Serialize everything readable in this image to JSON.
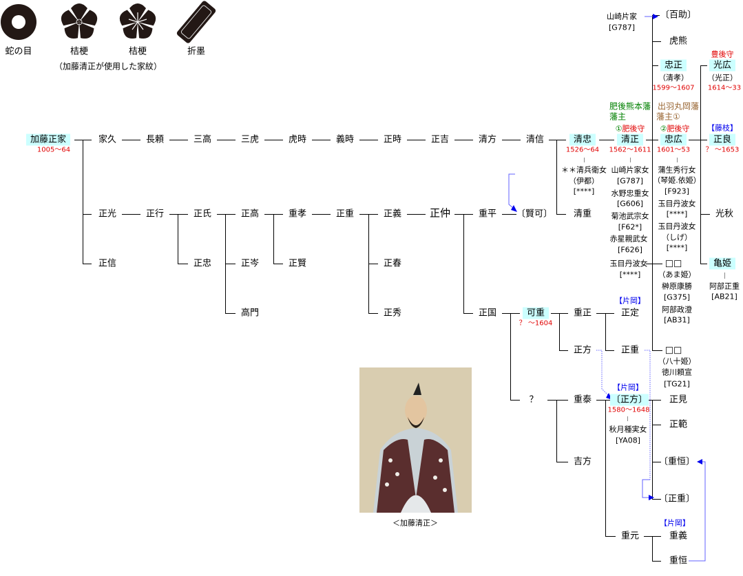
{
  "emblems": {
    "items": [
      {
        "label": "蛇の目"
      },
      {
        "label": "桔梗"
      },
      {
        "label": "桔梗"
      },
      {
        "label": "折墨"
      }
    ],
    "caption": "（加藤清正が使用した家紋）"
  },
  "row_main": {
    "masaie": {
      "name": "加藤正家",
      "dates": "1005〜64"
    },
    "names": [
      "家久",
      "長頼",
      "三高",
      "三虎",
      "虎時",
      "義時",
      "正時",
      "正吉",
      "清方",
      "清信"
    ],
    "kiyotada": {
      "name": "清忠",
      "dates": "1526〜64",
      "spouse": [
        "＊＊清兵衛女",
        "（伊都）",
        "[****]"
      ]
    },
    "kiyomasa": {
      "name": "清正",
      "dates": "1562〜1611",
      "domain1": "肥後熊本藩",
      "domain2": "藩主",
      "num": "①",
      "title": "肥後守",
      "spouses": [
        "山崎片家女",
        "[G787]",
        "水野忠重女",
        "[G606]",
        "菊池武宗女",
        "[F62*]",
        "赤星親武女",
        "[F626]",
        "玉目丹波女",
        "[****]"
      ]
    },
    "tadahiro": {
      "name": "忠広",
      "dates": "1601〜53",
      "domain1": "出羽丸岡藩",
      "domain2": "藩主①",
      "num": "②",
      "title": "肥後守",
      "spouses": [
        "蒲生秀行女",
        "（琴姫.依姫）",
        "[F923]",
        "玉目丹波女",
        "[****]",
        "玉目丹波女",
        "（しげ）",
        "[****]"
      ]
    },
    "masayoshi": {
      "name": "正良",
      "dates": "？ 〜1653",
      "house": "【藤枝】"
    }
  },
  "kiyomasa_children": {
    "yamazaki": {
      "name": "山崎片家",
      "code": "[G787]"
    },
    "hyakusuke": "〔百助〕",
    "torakuma": "虎熊",
    "tadamasa": {
      "name": "忠正",
      "alias": "（清孝）",
      "dates": "1599〜1607"
    },
    "daughter1": {
      "name": "□□",
      "alias": "（あま姫）",
      "spouse": [
        "榊原康勝",
        "[G375]",
        "阿部政澄",
        "[AB31]"
      ]
    },
    "daughter2": {
      "name": "□□",
      "alias": "（八十姫）",
      "spouse": [
        "徳川頼宣",
        "[TG21]"
      ]
    }
  },
  "tadahiro_children": {
    "mitsuhiro": {
      "name": "光広",
      "title": "豊後守",
      "alias": "（光正）",
      "dates": "1614〜33"
    },
    "mitsuaki": "光秋",
    "kamehime": {
      "name": "亀姫",
      "spouse": [
        "阿部正重",
        "[AB21]"
      ]
    }
  },
  "row2": [
    "正光",
    "正行",
    "正氏",
    "正高",
    "重孝",
    "正重",
    "正義",
    "正仲",
    "重平",
    "〔賢可〕",
    "清重"
  ],
  "row3": [
    "正信",
    "正忠",
    "正岑",
    "正賢",
    "正春"
  ],
  "row4": {
    "names": [
      "高門",
      "正秀",
      "正国"
    ],
    "yoshishige": {
      "name": "可重",
      "dates": "？ 〜1604"
    },
    "shigemasa": "重正",
    "masasada": "正定",
    "house": "【片岡】"
  },
  "row5": {
    "masakata": "正方",
    "masashige": "正重"
  },
  "row6": {
    "unknown": "？",
    "shigeyasu": "重泰",
    "masakata2": {
      "name": "〔正方〕",
      "house": "【片岡】",
      "dates": "1580〜1648",
      "spouse": [
        "秋月種実女",
        "[YA08]"
      ]
    },
    "masami": "正見",
    "masanori": "正範",
    "yoshikata": "吉方",
    "shigetsune1": "〔重恒〕",
    "masashige2": "〔正重〕",
    "shigemoto": "重元",
    "house": "【片岡】",
    "shigeyoshi": "重義",
    "shigetsune2": "重恒"
  },
  "portrait": {
    "caption": "＜加藤清正＞"
  }
}
